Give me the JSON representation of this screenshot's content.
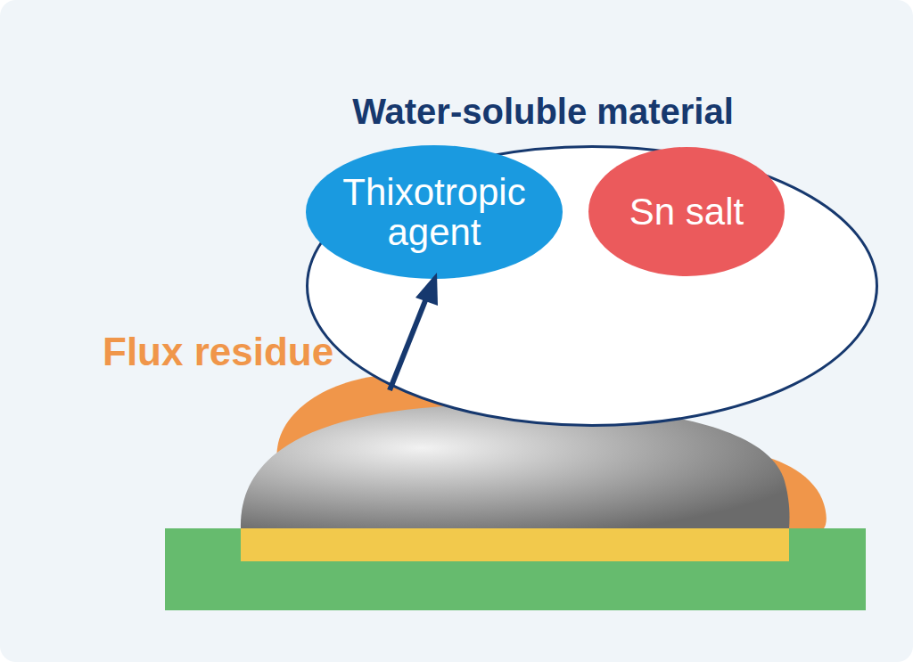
{
  "diagram": {
    "nodes": [
      {
        "text": [
          "Water-soluble material"
        ]
      },
      {
        "text": [
          "Thixotropic agent"
        ],
        "in": 0
      },
      {
        "text": [
          "Sn salt"
        ],
        "in": 0
      }
    ],
    "labels": [
      "Flux residue"
    ]
  }
}
